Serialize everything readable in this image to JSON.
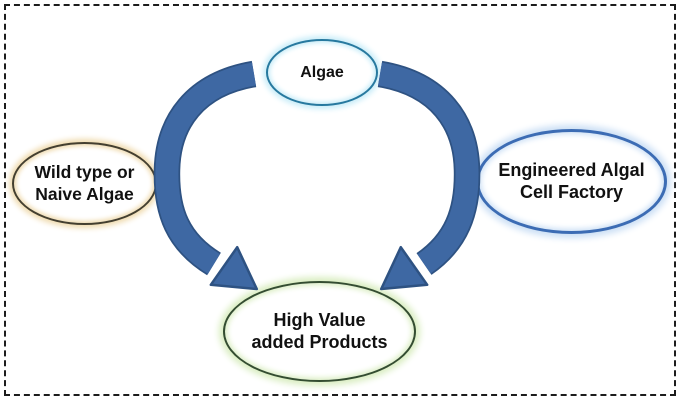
{
  "figure": {
    "type": "flow-diagram",
    "nodes": {
      "algae": {
        "label": "Algae",
        "stroke_color": "#27799F",
        "glow_color": "#C7ECF8"
      },
      "wild_type": {
        "line1": "Wild type or",
        "line2": "Naive Algae",
        "stroke_color": "#443F2F",
        "glow_color": "#EFDAAD"
      },
      "engineered": {
        "line1": "Engineered Algal",
        "line2": "Cell Factory",
        "stroke_color": "#3C6CB4",
        "glow_color": "#CBDFF5"
      },
      "products": {
        "line1": "High Value",
        "line2": "added Products",
        "stroke_color": "#344D31",
        "glow_color": "#D9EDC0"
      }
    },
    "arrows": {
      "fill_color": "#3E68A3",
      "edge_color": "#2E5282",
      "left_arrow": "Algae to High Value added Products",
      "right_arrow": "Algae to High Value added Products"
    },
    "border_style": "black dashed rectangle"
  }
}
